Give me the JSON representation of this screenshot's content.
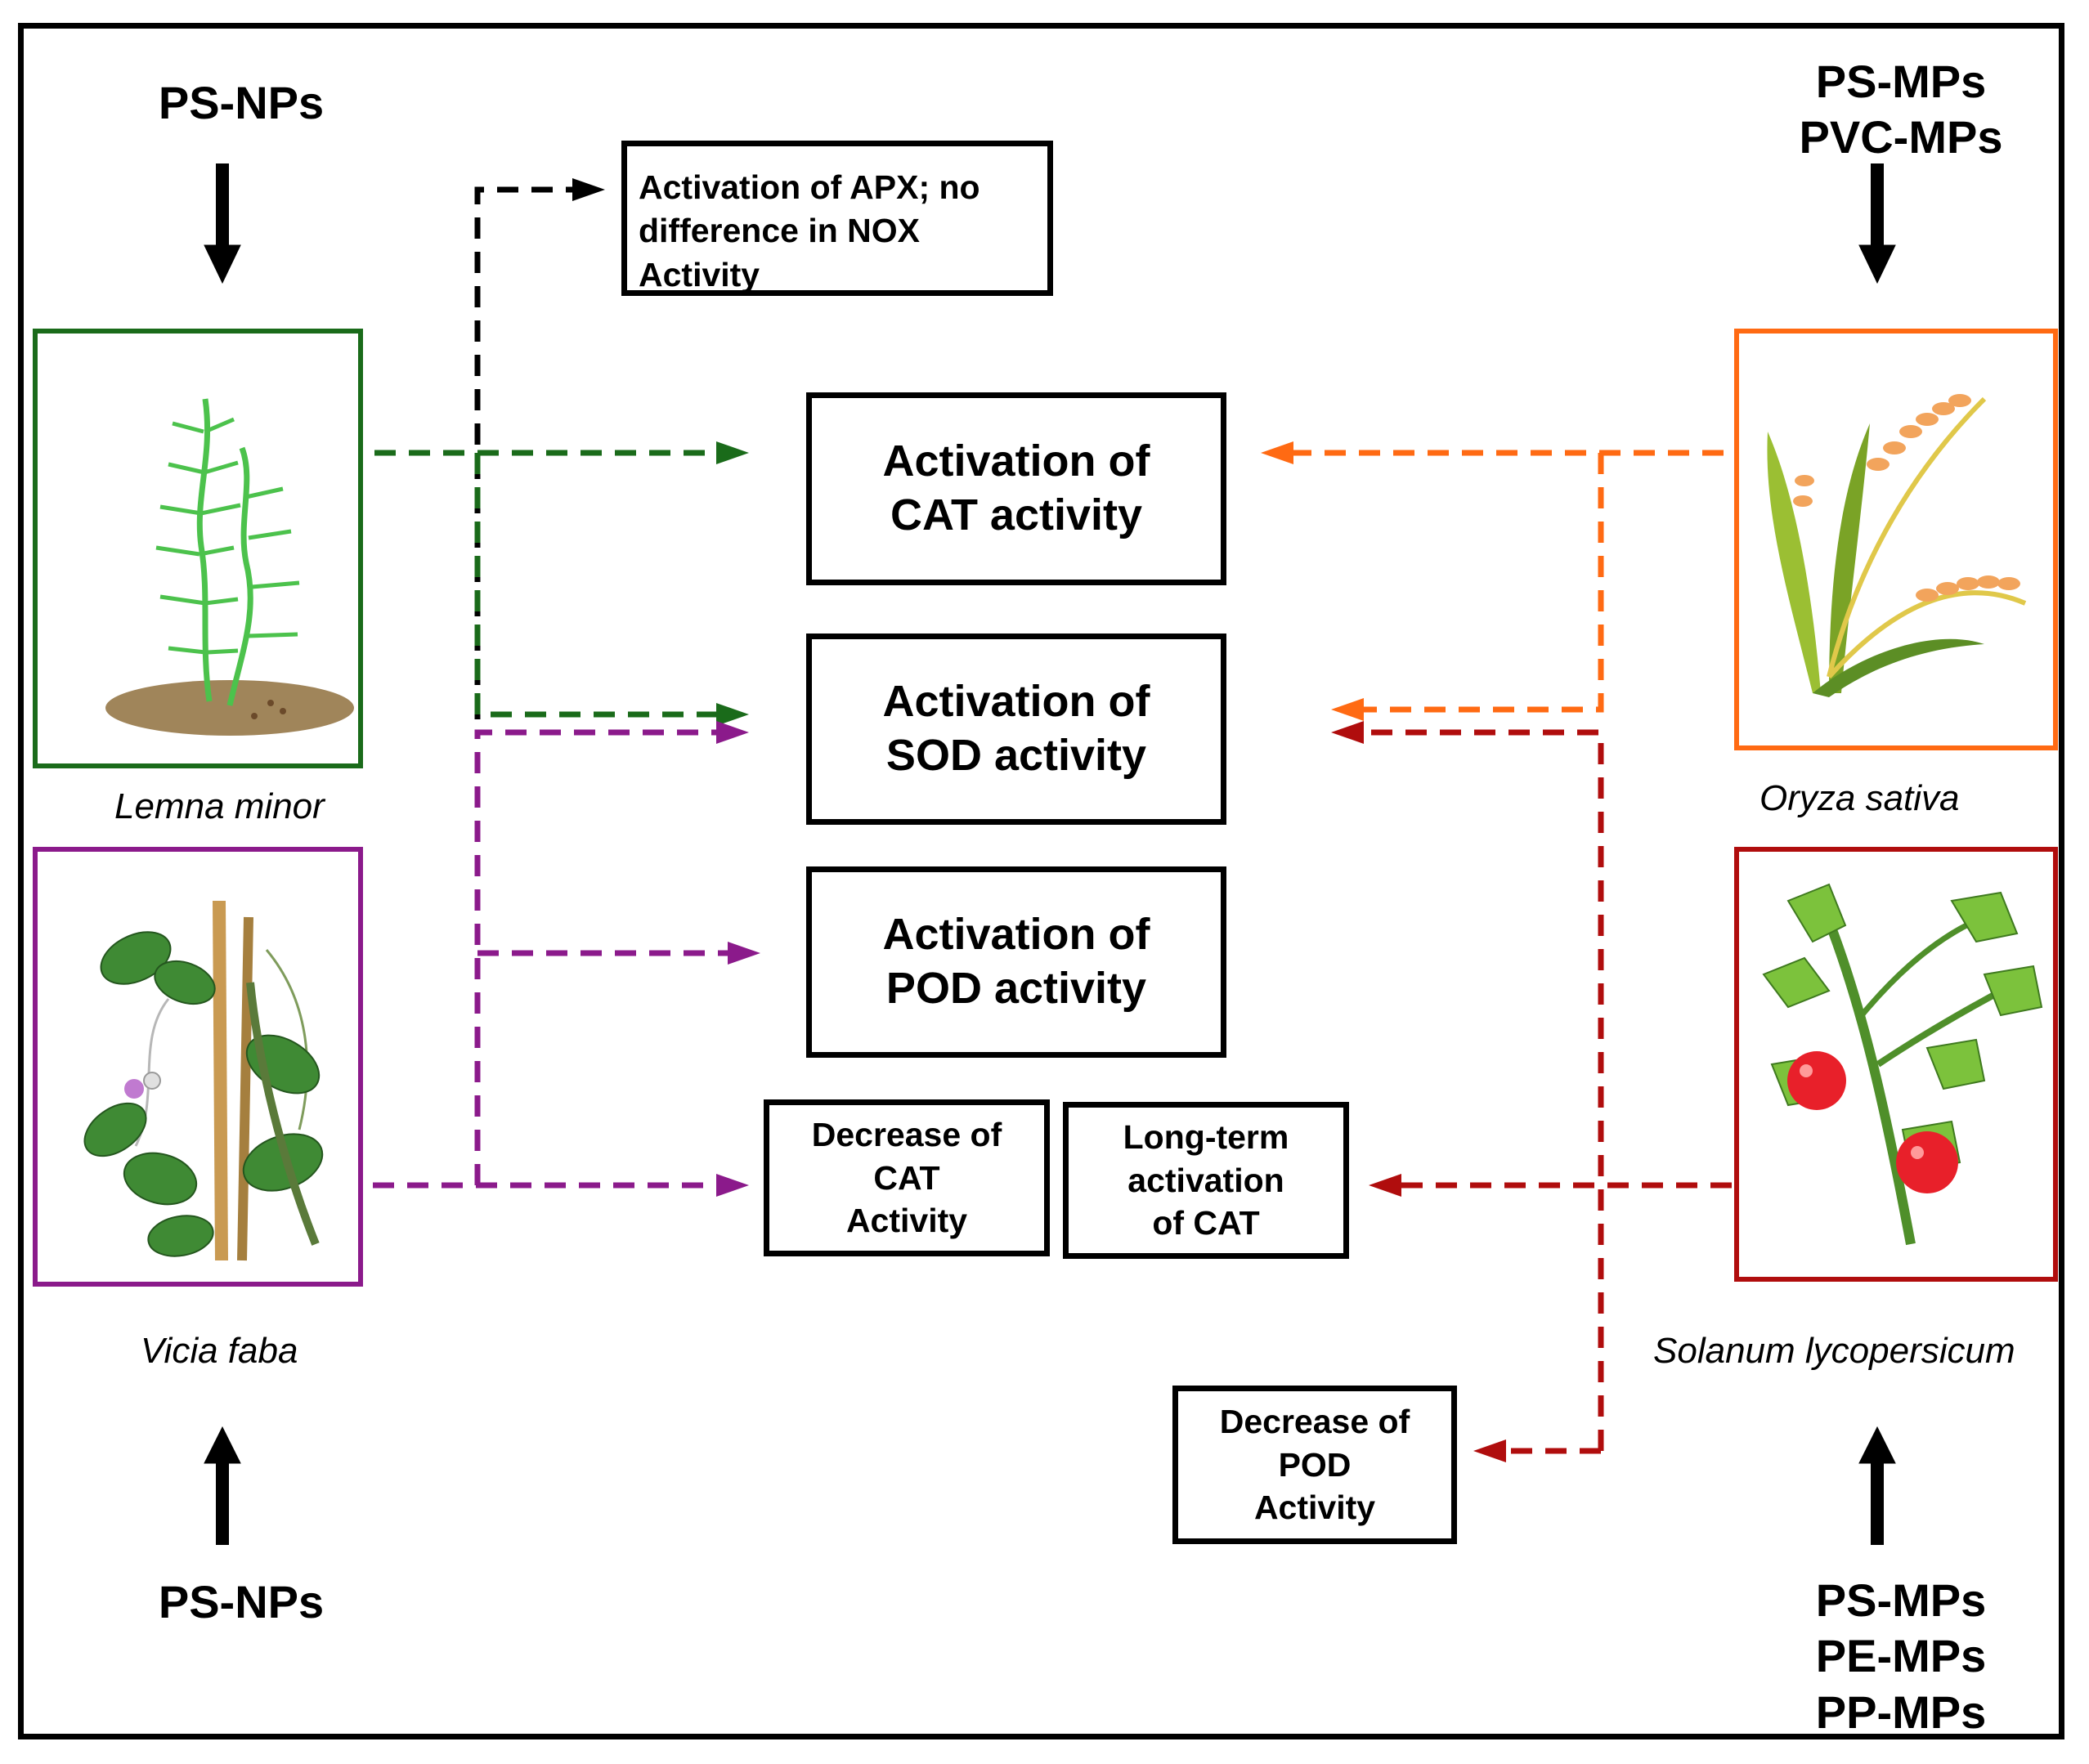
{
  "exposures": {
    "top_left": "PS-NPs",
    "top_right_1": "PS-MPs",
    "top_right_2": "PVC-MPs",
    "bottom_left": "PS-NPs",
    "bottom_right_1": "PS-MPs",
    "bottom_right_2": "PE-MPs",
    "bottom_right_3": "PP-MPs"
  },
  "species": {
    "lemna": "Lemna minor",
    "vicia": "Vicia faba",
    "oryza": "Oryza sativa",
    "solanum": "Solanum lycopersicum"
  },
  "boxes": {
    "apx": [
      "Activation of APX; no",
      "difference in NOX",
      "Activity"
    ],
    "cat": [
      "Activation of",
      "CAT activity"
    ],
    "sod": [
      "Activation of",
      "SOD activity"
    ],
    "pod": [
      "Activation of",
      "POD activity"
    ],
    "cat_decrease": [
      "Decrease of",
      "CAT",
      "Activity"
    ],
    "cat_longterm": [
      "Long-term",
      "activation",
      "of CAT"
    ],
    "pod_decrease": [
      "Decrease of",
      "POD",
      "Activity"
    ]
  },
  "colors": {
    "lemna": "#1a6b1a",
    "vicia": "#8b1a8b",
    "oryza": "#ff6a13",
    "solanum": "#b00d0d",
    "apx_arrow": "#000000"
  },
  "icons": {
    "lemna": "green-plant-icon",
    "vicia": "bean-plant-icon",
    "oryza": "rice-plant-icon",
    "solanum": "tomato-plant-icon"
  }
}
